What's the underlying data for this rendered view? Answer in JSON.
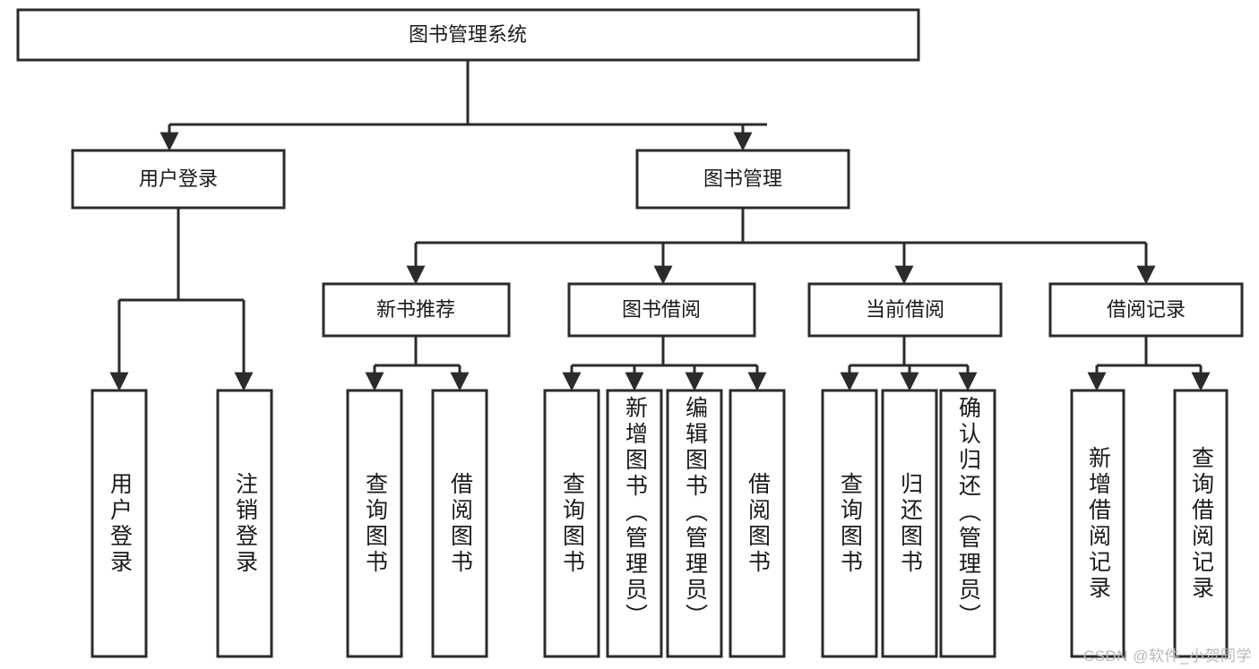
{
  "diagram": {
    "title": "图书管理系统",
    "type": "tree-hierarchy",
    "watermark": "CSDN @软件_小贺同学",
    "colors": {
      "background": "#ffffff",
      "box_fill": "#ffffff",
      "box_stroke": "#2b2b2b",
      "text": "#1a1a1a",
      "watermark": "#b9b9b9"
    },
    "levels": {
      "root": "图书管理系统",
      "level2": [
        "用户登录",
        "图书管理"
      ],
      "level3": [
        "新书推荐",
        "图书借阅",
        "当前借阅",
        "借阅记录"
      ]
    },
    "nodes": {
      "root": {
        "id": "root",
        "label": "图书管理系统",
        "level": 1,
        "parent": null
      },
      "user_login": {
        "id": "user_login",
        "label": "用户登录",
        "level": 2,
        "parent": "root"
      },
      "book_mgmt": {
        "id": "book_mgmt",
        "label": "图书管理",
        "level": 2,
        "parent": "root"
      },
      "new_book_rec": {
        "id": "new_book_rec",
        "label": "新书推荐",
        "level": 3,
        "parent": "book_mgmt"
      },
      "book_borrow": {
        "id": "book_borrow",
        "label": "图书借阅",
        "level": 3,
        "parent": "book_mgmt"
      },
      "current_borrow": {
        "id": "current_borrow",
        "label": "当前借阅",
        "level": 3,
        "parent": "book_mgmt"
      },
      "borrow_record": {
        "id": "borrow_record",
        "label": "借阅记录",
        "level": 3,
        "parent": "book_mgmt"
      },
      "leaf_user_login": {
        "id": "leaf_user_login",
        "label": "用户登录",
        "level": 4,
        "parent": "user_login"
      },
      "leaf_logout": {
        "id": "leaf_logout",
        "label": "注销登录",
        "level": 4,
        "parent": "user_login"
      },
      "leaf_query_book_1": {
        "id": "leaf_query_book_1",
        "label": "查询图书",
        "level": 4,
        "parent": "new_book_rec"
      },
      "leaf_borrow_book_1": {
        "id": "leaf_borrow_book_1",
        "label": "借阅图书",
        "level": 4,
        "parent": "new_book_rec"
      },
      "leaf_query_book_2": {
        "id": "leaf_query_book_2",
        "label": "查询图书",
        "level": 4,
        "parent": "book_borrow"
      },
      "leaf_add_book": {
        "id": "leaf_add_book",
        "label": "新增图书（管理员）",
        "level": 4,
        "parent": "book_borrow"
      },
      "leaf_edit_book": {
        "id": "leaf_edit_book",
        "label": "编辑图书（管理员）",
        "level": 4,
        "parent": "book_borrow"
      },
      "leaf_borrow_book_2": {
        "id": "leaf_borrow_book_2",
        "label": "借阅图书",
        "level": 4,
        "parent": "book_borrow"
      },
      "leaf_query_book_3": {
        "id": "leaf_query_book_3",
        "label": "查询图书",
        "level": 4,
        "parent": "current_borrow"
      },
      "leaf_return_book": {
        "id": "leaf_return_book",
        "label": "归还图书",
        "level": 4,
        "parent": "current_borrow"
      },
      "leaf_confirm_return": {
        "id": "leaf_confirm_return",
        "label": "确认归还（管理员）",
        "level": 4,
        "parent": "current_borrow"
      },
      "leaf_add_record": {
        "id": "leaf_add_record",
        "label": "新增借阅记录",
        "level": 4,
        "parent": "borrow_record"
      },
      "leaf_query_record": {
        "id": "leaf_query_record",
        "label": "查询借阅记录",
        "level": 4,
        "parent": "borrow_record"
      }
    }
  }
}
